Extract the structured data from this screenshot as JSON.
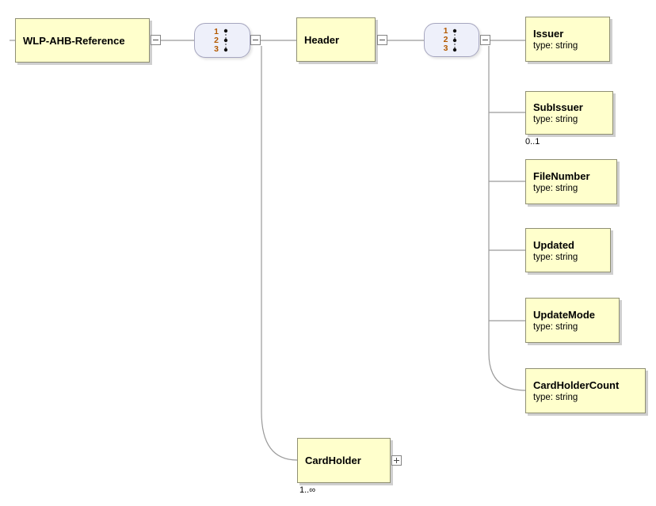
{
  "root": {
    "name": "WLP-AHB-Reference"
  },
  "header": {
    "name": "Header"
  },
  "sequence": {
    "numbers": [
      "1",
      "2",
      "3"
    ]
  },
  "children": [
    {
      "name": "Issuer",
      "type": "type: string"
    },
    {
      "name": "SubIssuer",
      "type": "type: string",
      "occurrence": "0..1"
    },
    {
      "name": "FileNumber",
      "type": "type: string"
    },
    {
      "name": "Updated",
      "type": "type: string"
    },
    {
      "name": "UpdateMode",
      "type": "type: string"
    },
    {
      "name": "CardHolderCount",
      "type": "type: string"
    }
  ],
  "cardholder": {
    "name": "CardHolder",
    "occurrence": "1..∞"
  },
  "colors": {
    "box_fill": "#ffffcc",
    "box_border": "#8f8f73",
    "pill_fill": "#eef0fa",
    "pill_border": "#a6a6bf",
    "connector_line": "#9a9a9a",
    "sequence_digit": "#b35900"
  }
}
